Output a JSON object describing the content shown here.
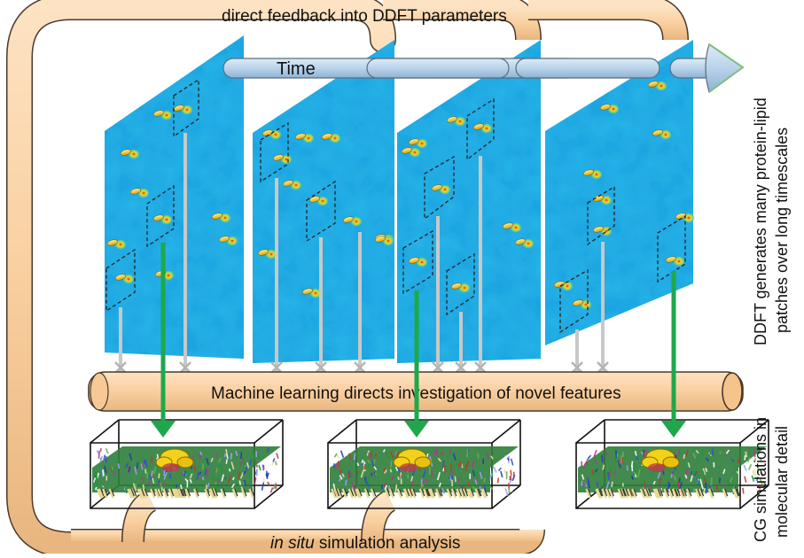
{
  "labels": {
    "top_feedback": "direct feedback into DDFT parameters",
    "time_arrow": "Time",
    "ml_bar": "Machine learning directs investigation of novel features",
    "bottom_prefix": "in situ",
    "bottom_suffix": " simulation analysis",
    "right_ddft_line1": "DDFT generates many protein-lipid",
    "right_ddft_line2": "patches over long timescales",
    "right_cg_line1": "CG simulations in",
    "right_cg_line2": "molecular detail"
  },
  "colors": {
    "pipe_fill": "#F9CF9F",
    "pipe_stroke": "#4A3A2A",
    "field_blue": "#27B6E8",
    "arrow_green": "#1EA84B",
    "connector_grey": "#C8C8C8",
    "time_pipe": "#B9D3EA"
  }
}
